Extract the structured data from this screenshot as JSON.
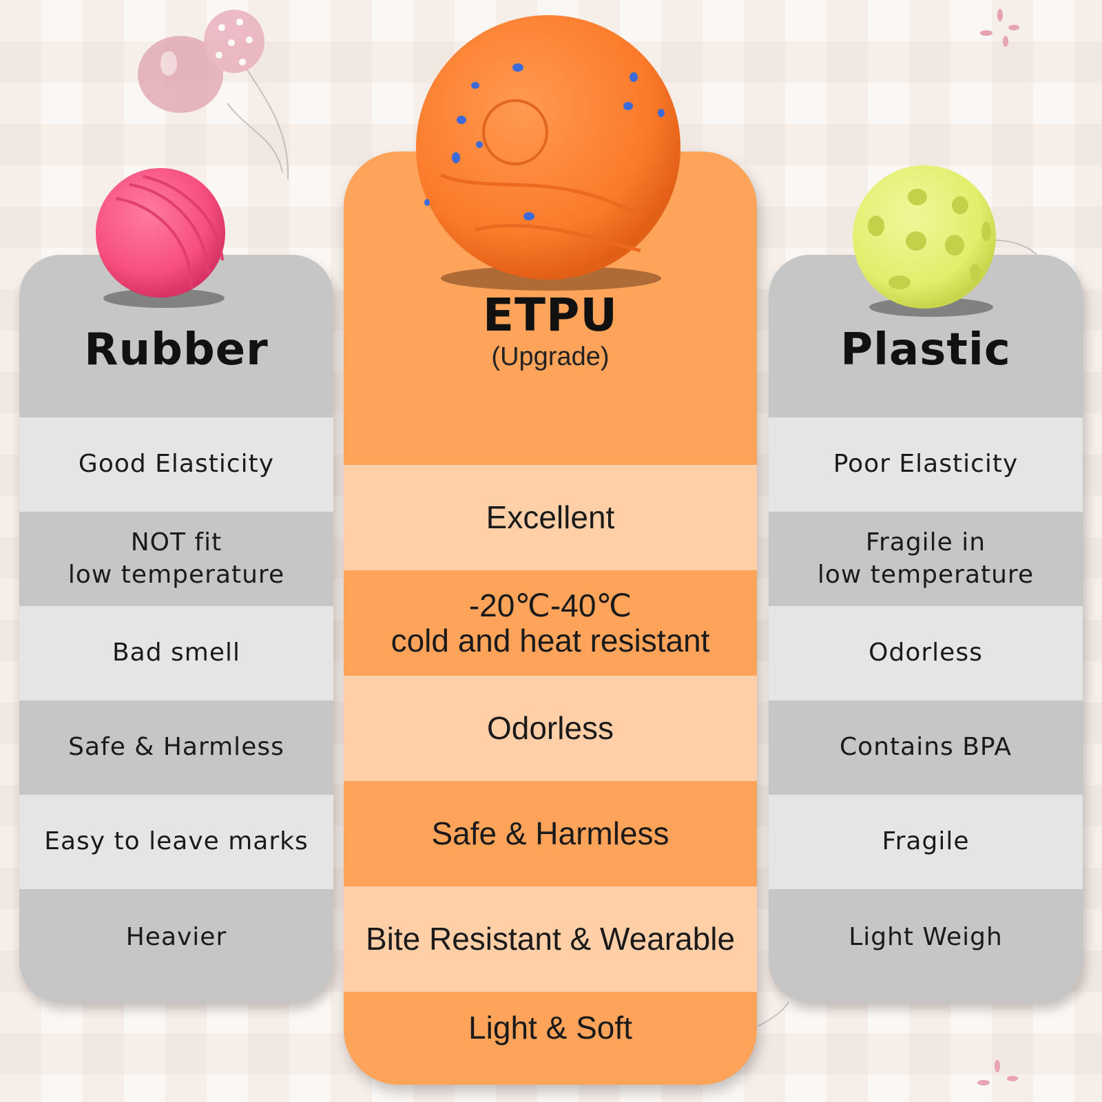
{
  "rubber": {
    "title": "Rubber",
    "rows": [
      "Good Elasticity",
      "NOT fit\nlow temperature",
      "Bad smell",
      "Safe & Harmless",
      "Easy to leave marks",
      "Heavier"
    ]
  },
  "etpu": {
    "title": "ETPU",
    "subtitle": "(Upgrade)",
    "rows": [
      "Excellent",
      "-20℃-40℃\ncold and heat resistant",
      "Odorless",
      "Safe & Harmless",
      "Bite Resistant & Wearable",
      "Light & Soft"
    ]
  },
  "plastic": {
    "title": "Plastic",
    "rows": [
      "Poor Elasticity",
      "Fragile in\nlow temperature",
      "Odorless",
      "Contains BPA",
      "Fragile",
      "Light Weigh"
    ]
  },
  "colors": {
    "grey_column": "#c6c6c6",
    "grey_light_row": "#e5e5e6",
    "orange_column": "#fea35a",
    "peach_row": "#ffd0a8",
    "rubber_ball": "#f7507e",
    "etpu_ball": "#fb7a2a",
    "plastic_ball": "#e2ee6c"
  },
  "icons": [
    "balloon-icon",
    "rubber-ball-icon",
    "etpu-ball-icon",
    "plastic-ball-icon",
    "sparkle-icon"
  ]
}
